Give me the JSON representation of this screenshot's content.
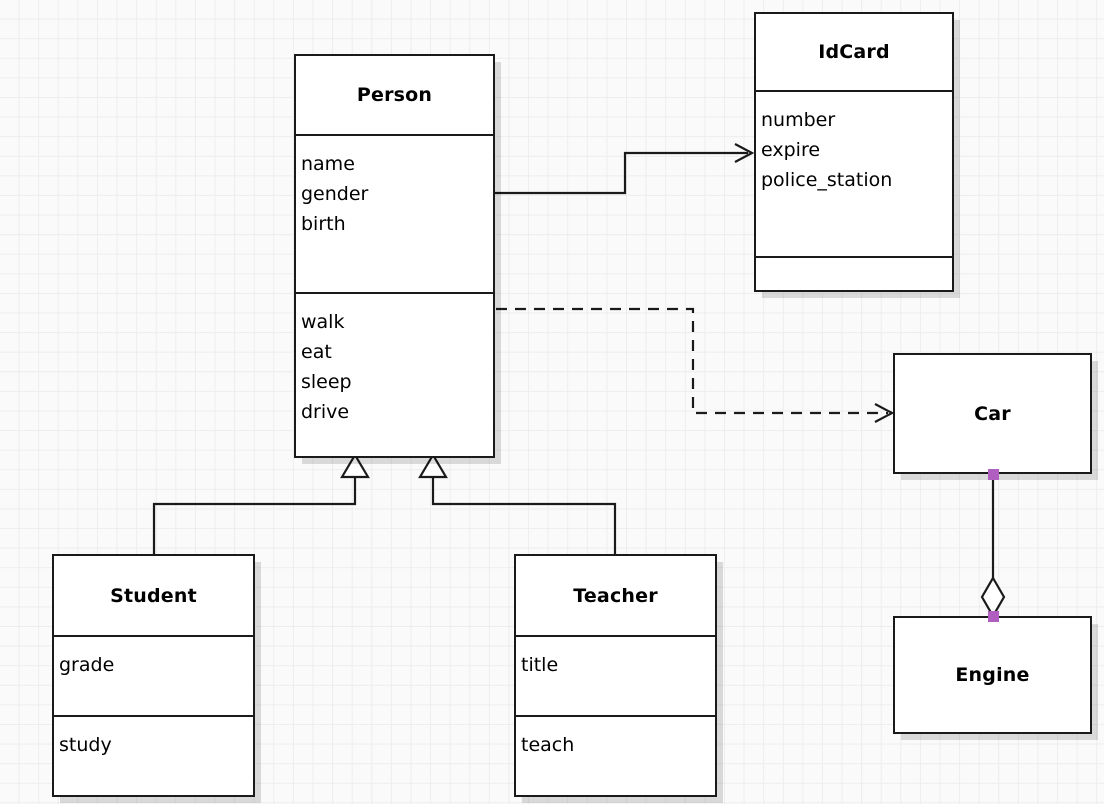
{
  "diagram": {
    "kind": "uml-class-diagram",
    "background_color": "#fafafa",
    "grid_color": "#ededed",
    "line_color": "#1a1a1a",
    "selection_handle_color": "#b05fc0",
    "classes": [
      {
        "id": "person",
        "name": "Person",
        "attributes": [
          "name",
          "gender",
          "birth"
        ],
        "methods": [
          "walk",
          "eat",
          "sleep",
          "drive"
        ]
      },
      {
        "id": "idcard",
        "name": "IdCard",
        "attributes": [
          "number",
          "expire",
          "police_station"
        ],
        "methods": []
      },
      {
        "id": "student",
        "name": "Student",
        "attributes": [
          "grade"
        ],
        "methods": [
          "study"
        ]
      },
      {
        "id": "teacher",
        "name": "Teacher",
        "attributes": [
          "title"
        ],
        "methods": [
          "teach"
        ]
      },
      {
        "id": "car",
        "name": "Car",
        "attributes": [],
        "methods": []
      },
      {
        "id": "engine",
        "name": "Engine",
        "attributes": [],
        "methods": []
      }
    ],
    "relationships": [
      {
        "id": "person-idcard",
        "type": "association",
        "from": "Person",
        "to": "IdCard",
        "line": "solid",
        "arrow": "open"
      },
      {
        "id": "person-car",
        "type": "dependency",
        "from": "Person",
        "to": "Car",
        "line": "dashed",
        "arrow": "open"
      },
      {
        "id": "student-person",
        "type": "generalization",
        "from": "Student",
        "to": "Person",
        "line": "solid",
        "arrow": "hollow-triangle"
      },
      {
        "id": "teacher-person",
        "type": "generalization",
        "from": "Teacher",
        "to": "Person",
        "line": "solid",
        "arrow": "hollow-triangle"
      },
      {
        "id": "car-engine",
        "type": "aggregation",
        "from": "Car",
        "to": "Engine",
        "line": "solid",
        "arrow": "hollow-diamond",
        "selected": true
      }
    ]
  }
}
